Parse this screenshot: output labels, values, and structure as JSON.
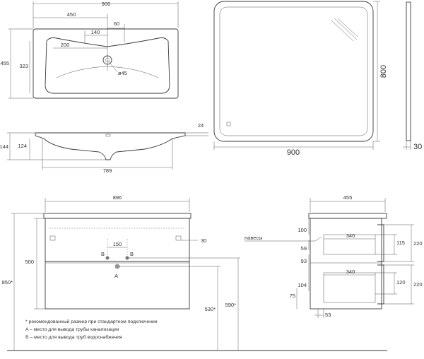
{
  "basin_top": {
    "width": "900",
    "half_width": "450",
    "tap_offset": "140",
    "tap_from_center": "60",
    "inner_depth": "200",
    "depth": "455",
    "bowl_depth": "323",
    "drain_dia": "ø45"
  },
  "basin_side": {
    "thickness": "24",
    "height": "144",
    "bowl_height": "124",
    "bottom_width": "789"
  },
  "mirror": {
    "height": "800",
    "width": "900",
    "thickness": "30"
  },
  "cabinet_front": {
    "width": "896",
    "bracket_offset": "30",
    "mount_label": "навесы",
    "pipe_spacing": "150",
    "label_b": "B",
    "label_a": "A",
    "height": "500",
    "total_height": "850*",
    "pipe_a_height": "530*",
    "pipe_b_height": "590*"
  },
  "cabinet_side": {
    "depth": "455",
    "top_gap": "100",
    "drawer_inner": "340",
    "drawer_inner_lower": "340",
    "upper_drawer_height": "220",
    "upper_box_height": "115",
    "gap_59": "59",
    "gap_93": "93",
    "lower_drawer_height": "220",
    "lower_box_height": "120",
    "bottom_104": "104",
    "bottom_75": "75",
    "back_53": "53"
  },
  "notes": [
    "* рекомендованный размер при стандартном подключении",
    "A – место для вывода трубы канализации",
    "B – место для вывода труб водоснабжения"
  ]
}
